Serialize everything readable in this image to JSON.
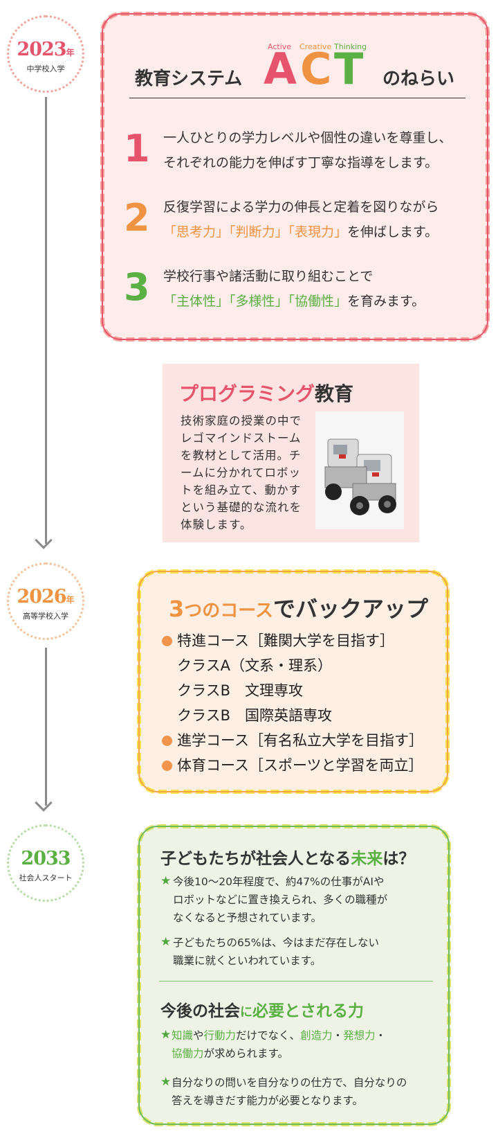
{
  "timeline": [
    {
      "year": "2023",
      "unit": "年",
      "label": "中学校入学",
      "color": "#e6546b"
    },
    {
      "year": "2026",
      "unit": "年",
      "label": "高等学校入学",
      "color": "#ef9242"
    },
    {
      "year": "2033",
      "unit": "",
      "label": "社会人スタート",
      "color": "#5bb044"
    }
  ],
  "act": {
    "title_pre": "教育システム",
    "title_post": "のねらい",
    "letters": [
      {
        "big": "A",
        "small": "Active",
        "color": "#e6546b"
      },
      {
        "big": "C",
        "small": "Creative",
        "color": "#ef9242"
      },
      {
        "big": "T",
        "small": "Thinking",
        "color": "#5bb044"
      }
    ],
    "items": [
      {
        "num": "1",
        "line1": "一人ひとりの学力レベルや個性の違いを尊重し、",
        "line2": "それぞれの能力を伸ばす丁寧な指導をします。",
        "line2_hl": "",
        "line2_rest": ""
      },
      {
        "num": "2",
        "line1": "反復学習による学力の伸長と定着を図りながら",
        "line2": "",
        "line2_hl": "「思考力」「判断力」「表現力」",
        "line2_rest": "を伸ばします。"
      },
      {
        "num": "3",
        "line1": "学校行事や諸活動に取り組むことで",
        "line2": "",
        "line2_hl": "「主体性」「多様性」「協働性」",
        "line2_rest": "を育みます。"
      }
    ]
  },
  "programming": {
    "title_hl": "プログラミング",
    "title_rest": "教育",
    "text": "技術家庭の授業の中でレゴマインドストームを教材として活用。チームに分かれてロボットを組み立て、動かすという基礎的な流れを体験します。"
  },
  "courses": {
    "title_num": "3",
    "title_mid": "つのコース",
    "title_rest": "でバックアップ",
    "lines": [
      {
        "text": "特進コース［難関大学を目指す］",
        "bullet": true
      },
      {
        "text": "クラスA（文系・理系）",
        "bullet": false
      },
      {
        "text": "クラスB　文理専攻",
        "bullet": false
      },
      {
        "text": "クラスB　国際英語専攻",
        "bullet": false
      },
      {
        "text": "進学コース［有名私立大学を目指す］",
        "bullet": true
      },
      {
        "text": "体育コース［スポーツと学習を両立］",
        "bullet": true
      }
    ]
  },
  "future": {
    "h1_pre": "子どもたちが社会人となる",
    "h1_hl": "未来",
    "h1_post": "は？",
    "p1": [
      "今後10〜20年程度で、約47%の仕事がAIや",
      "ロボットなどに置き換えられ、多くの職種が",
      "なくなると予想されています。"
    ],
    "p2": [
      "子どもたちの65%は、今はまだ存在しない",
      "職業に就くといわれています。"
    ],
    "h2_pre": "今後の社会",
    "h2_mid": "に",
    "h2_hl": "必要とされる力",
    "p3a_hl1": "知識",
    "p3a_t1": "や",
    "p3a_hl2": "行動力",
    "p3a_t2": "だけでなく、",
    "p3a_hl3": "創造力",
    "p3a_t3": "・",
    "p3a_hl4": "発想力",
    "p3a_t4": "・",
    "p3b_hl": "協働力",
    "p3b_rest": "が求められます。",
    "p4": [
      "自分なりの問いを自分なりの仕方で、自分なりの",
      "答えを導きだす能力が必要となります。"
    ],
    "star": "★"
  }
}
